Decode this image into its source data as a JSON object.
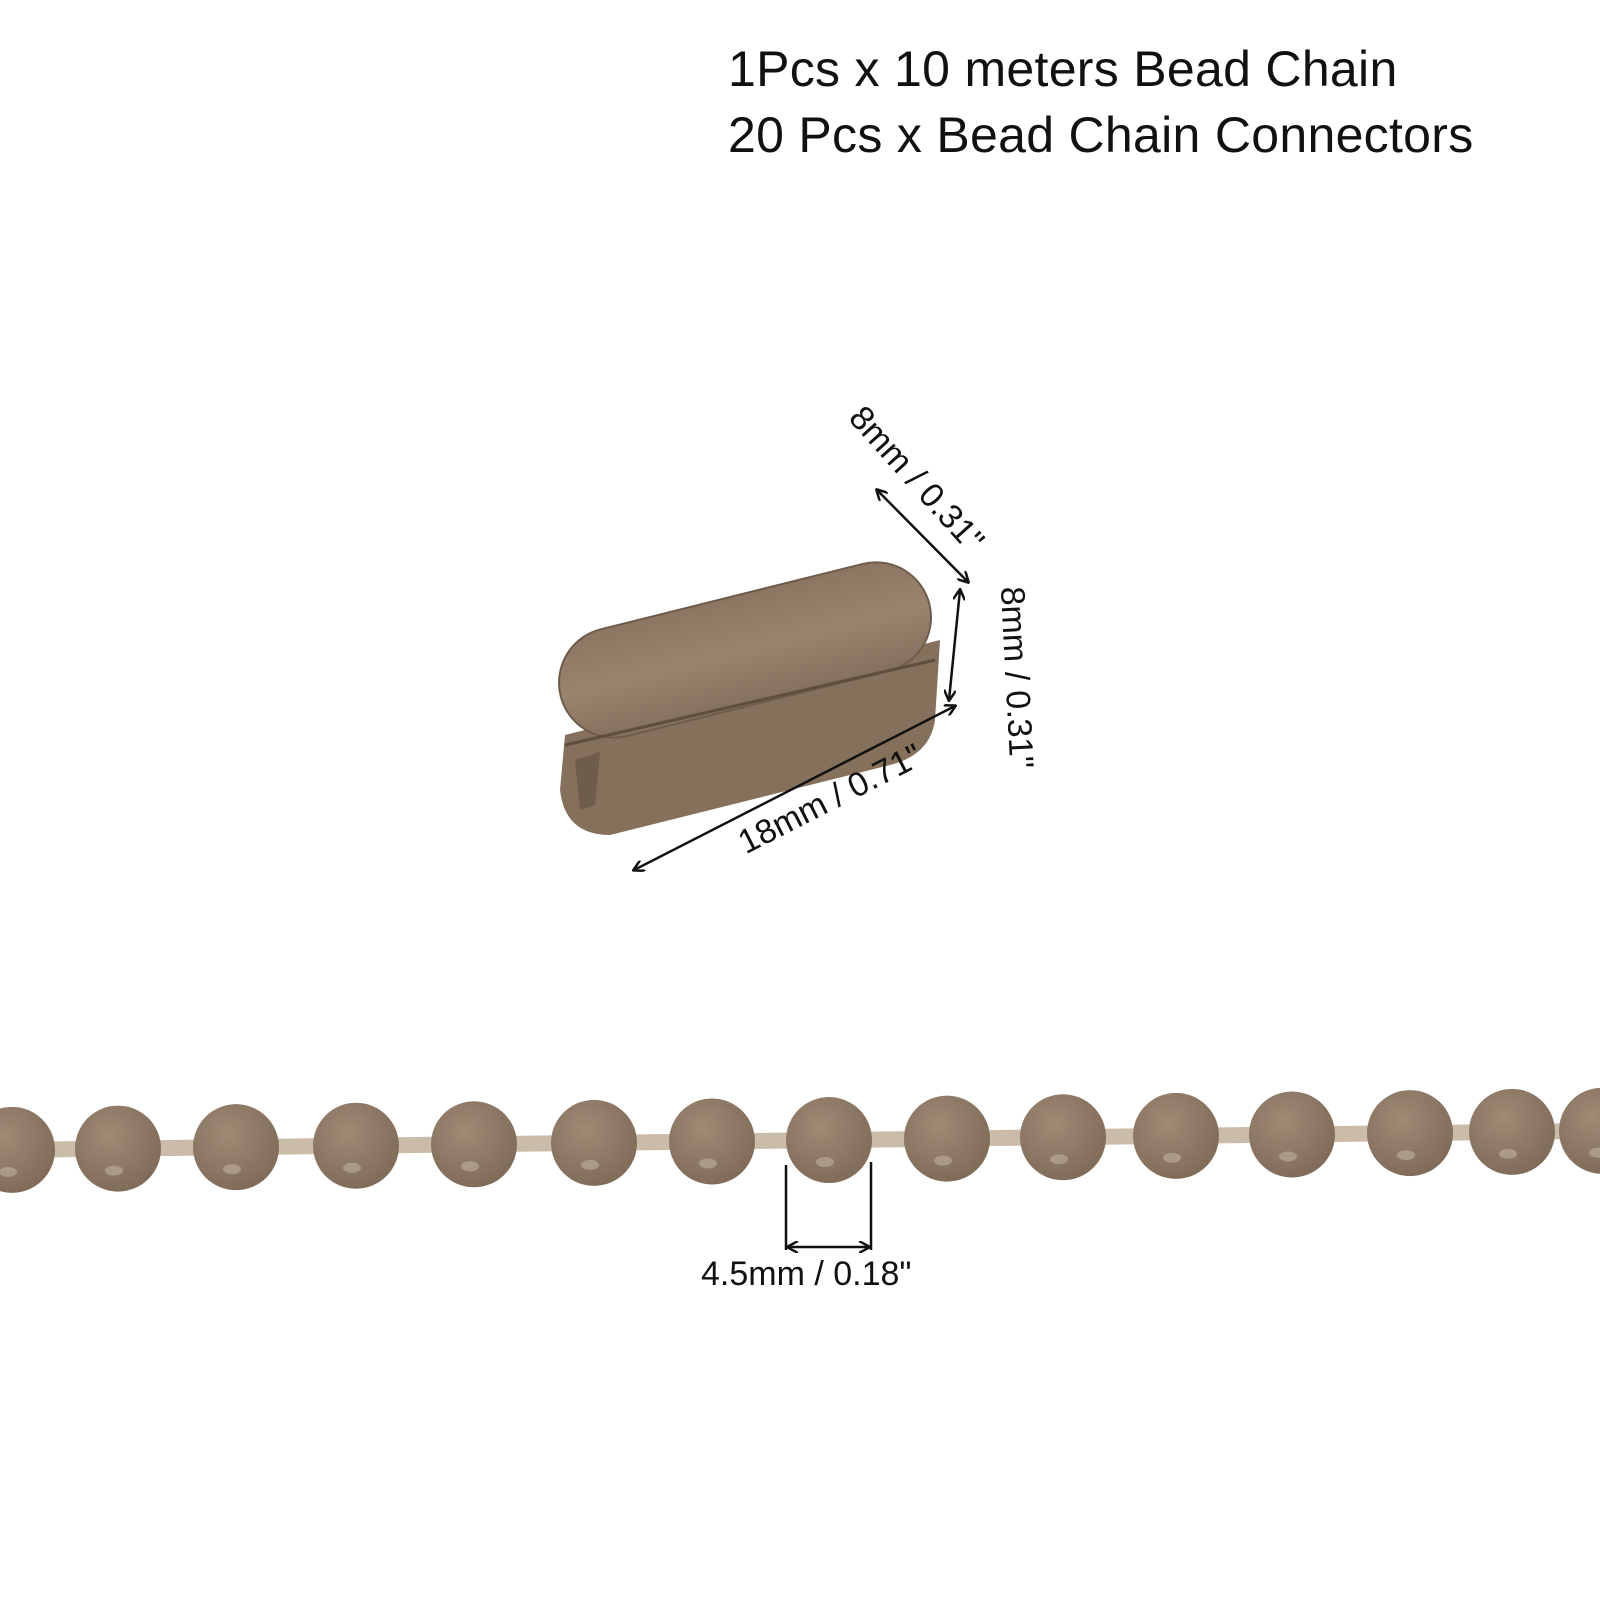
{
  "heading": {
    "line1": "1Pcs x 10 meters Bead Chain",
    "line2": "20 Pcs x Bead Chain Connectors"
  },
  "dimensions": {
    "connector_width": "8mm / 0.31\"",
    "connector_height": "8mm / 0.31\"",
    "connector_length": "18mm / 0.71\"",
    "bead_diameter": "4.5mm / 0.18\""
  },
  "colors": {
    "bead": "#8e7864",
    "connector": "#8a7460",
    "cord": "#cbbcaa",
    "text": "#111111"
  }
}
